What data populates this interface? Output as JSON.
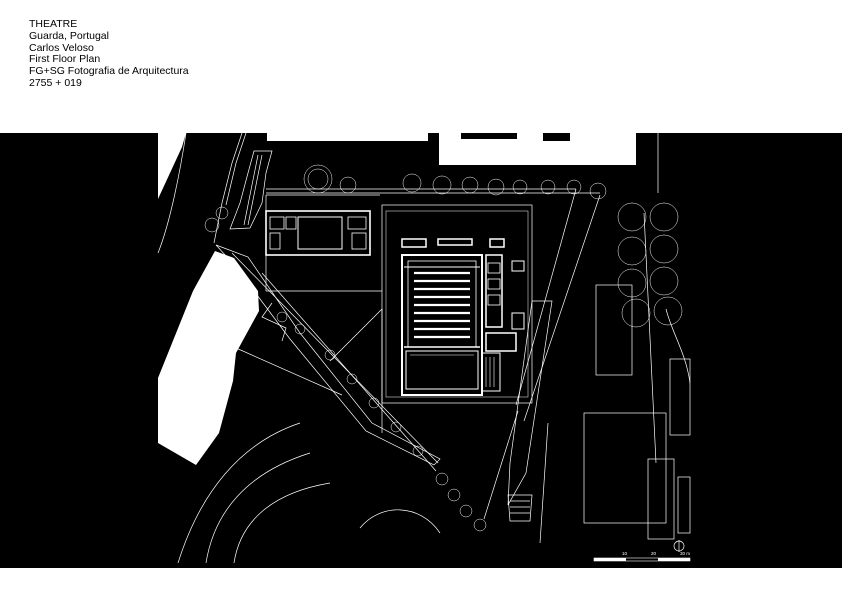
{
  "caption": {
    "title": "THEATRE",
    "location": "Guarda, Portugal",
    "architect": "Carlos Veloso",
    "drawing": "First Floor Plan",
    "credit": "FG+SG Fotografia de Arquitectura",
    "reference": "2755 + 019"
  },
  "scale_bar": {
    "label_10": "10",
    "label_20": "20",
    "label_30": "30 m"
  },
  "colors": {
    "background": "#000000",
    "linework": "#ffffff",
    "page": "#ffffff"
  },
  "icons": {
    "north_arrow": "north-arrow-icon"
  }
}
